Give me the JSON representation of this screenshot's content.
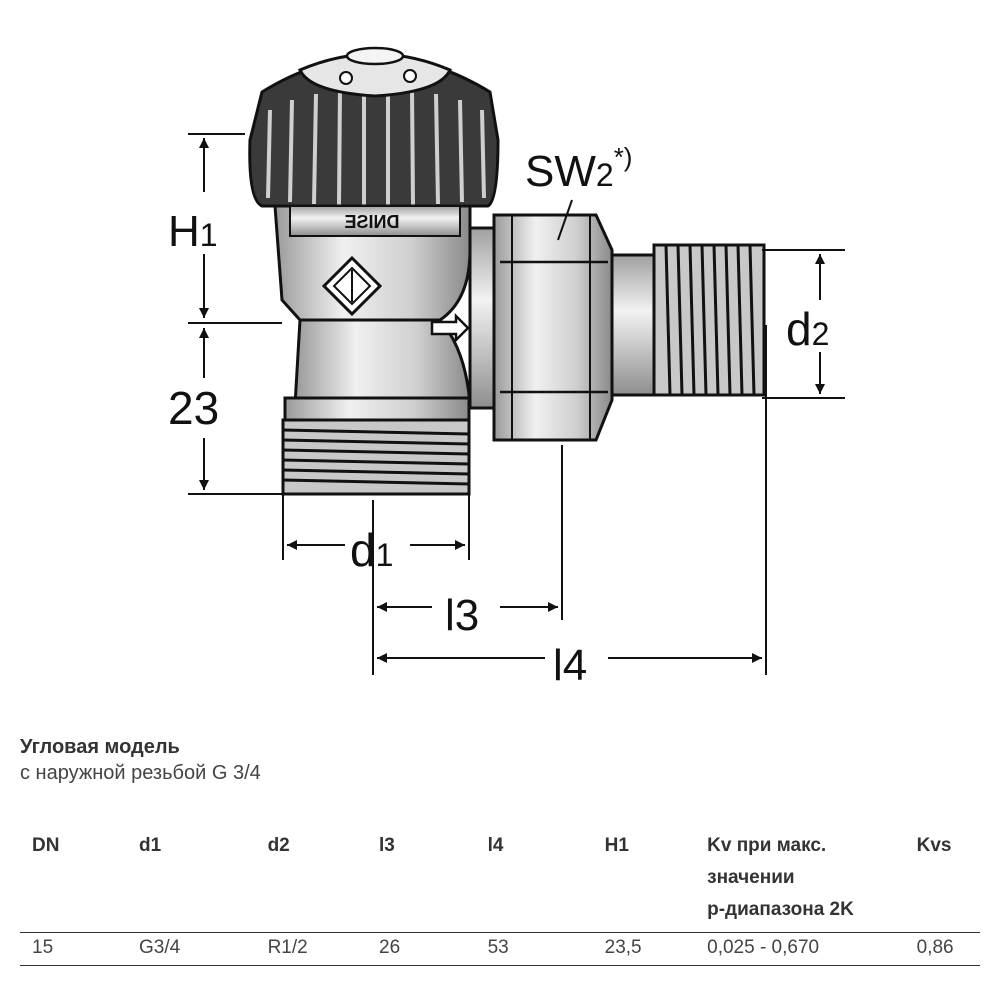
{
  "drawing": {
    "labels": {
      "h1": "H1",
      "h1_base": "H",
      "h1_sub": "1",
      "height_23": "23",
      "sw2_base": "SW",
      "sw2_sub": "2",
      "sw2_sup": "*)",
      "d1_base": "d",
      "d1_sub": "1",
      "d2_base": "d",
      "d2_sub": "2",
      "l3": "l3",
      "l4": "l4",
      "brand": "DNISE"
    },
    "icons": [
      "valve-cap-icon",
      "logo-emblem-icon",
      "flow-arrow-icon"
    ]
  },
  "caption": {
    "title": "Угловая модель",
    "subtitle": "с наружной резьбой G 3/4"
  },
  "table": {
    "headers": [
      "DN",
      "d1",
      "d2",
      "l3",
      "l4",
      "H1",
      "Kv при макс.\nзначении\np-диапазона 2K",
      "Kvs"
    ],
    "rows": [
      [
        "15",
        "G3/4",
        "R1/2",
        "26",
        "53",
        "23,5",
        "0,025 - 0,670",
        "0,86"
      ]
    ]
  }
}
